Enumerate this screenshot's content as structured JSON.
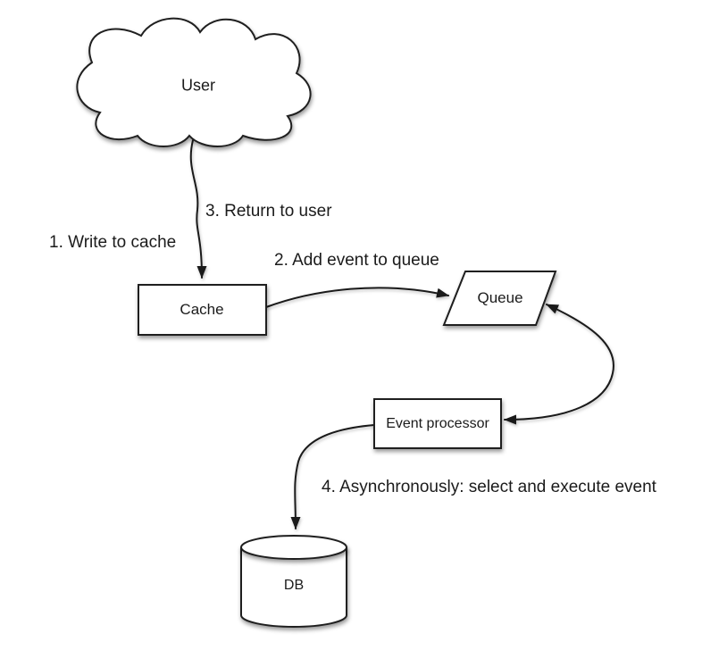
{
  "diagram": {
    "type": "flow-diagram",
    "background_color": "#ffffff",
    "line_color": "#1a1a1a",
    "shape_fill": "#ffffff",
    "text_color": "#1b1b1b",
    "nodes": [
      {
        "id": "user",
        "shape": "cloud",
        "label": "User"
      },
      {
        "id": "cache",
        "shape": "rectangle",
        "label": "Cache"
      },
      {
        "id": "queue",
        "shape": "parallelogram",
        "label": "Queue"
      },
      {
        "id": "event-processor",
        "shape": "rectangle",
        "label": "Event processor"
      },
      {
        "id": "db",
        "shape": "cylinder",
        "label": "DB"
      }
    ],
    "steps": [
      {
        "num": 1,
        "text": "1. Write to cache"
      },
      {
        "num": 2,
        "text": "2. Add event to queue"
      },
      {
        "num": 3,
        "text": "3. Return to user"
      },
      {
        "num": 4,
        "text": "4. Asynchronously: select and execute event"
      }
    ],
    "edges": [
      {
        "from": "user",
        "to": "cache",
        "type": "arrow"
      },
      {
        "from": "cache",
        "to": "queue",
        "type": "arrow"
      },
      {
        "from": "queue",
        "to": "event-processor",
        "type": "double-arrow"
      },
      {
        "from": "event-processor",
        "to": "db",
        "type": "arrow"
      }
    ]
  }
}
